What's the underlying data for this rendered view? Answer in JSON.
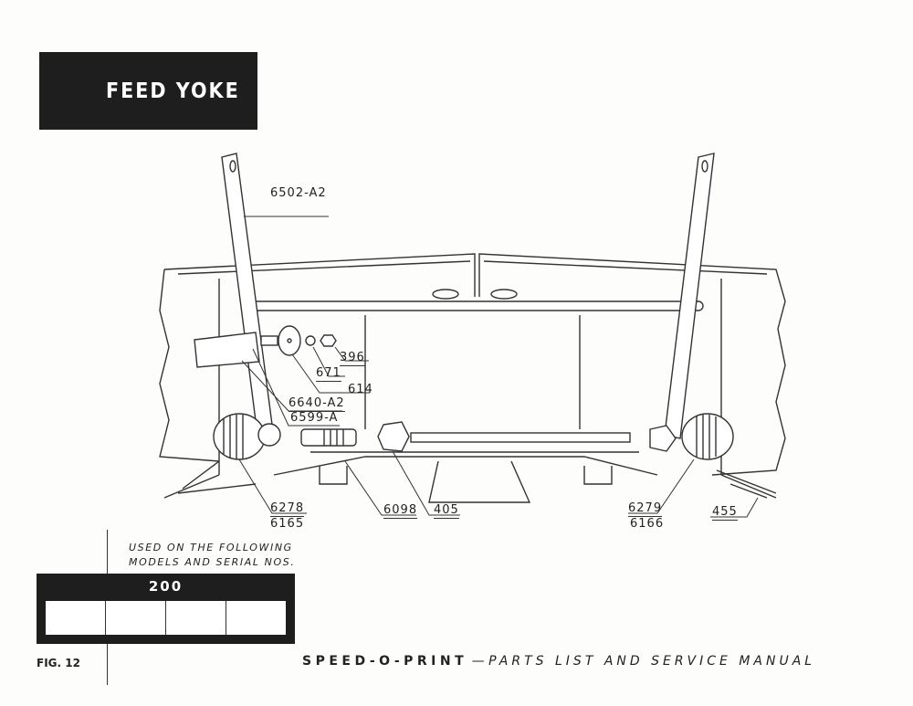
{
  "header": {
    "title": "FEED YOKE"
  },
  "callouts": {
    "c6502": "6502-A2",
    "c396": "396",
    "c671": "671",
    "c614": "614",
    "c6640": "6640-A2",
    "c6599": "6599-A",
    "c6278": "6278",
    "c6165": "6165",
    "c6098": "6098",
    "c405": "405",
    "c6279": "6279",
    "c6166": "6166",
    "c455": "455"
  },
  "models": {
    "caption_line1": "USED ON THE FOLLOWING",
    "caption_line2": "MODELS AND SERIAL NOS.",
    "model": "200"
  },
  "footer": {
    "fig": "FIG. 12",
    "brand": "SPEED-O-PRINT",
    "dash": "—",
    "subtitle": "PARTS LIST AND SERVICE MANUAL"
  }
}
